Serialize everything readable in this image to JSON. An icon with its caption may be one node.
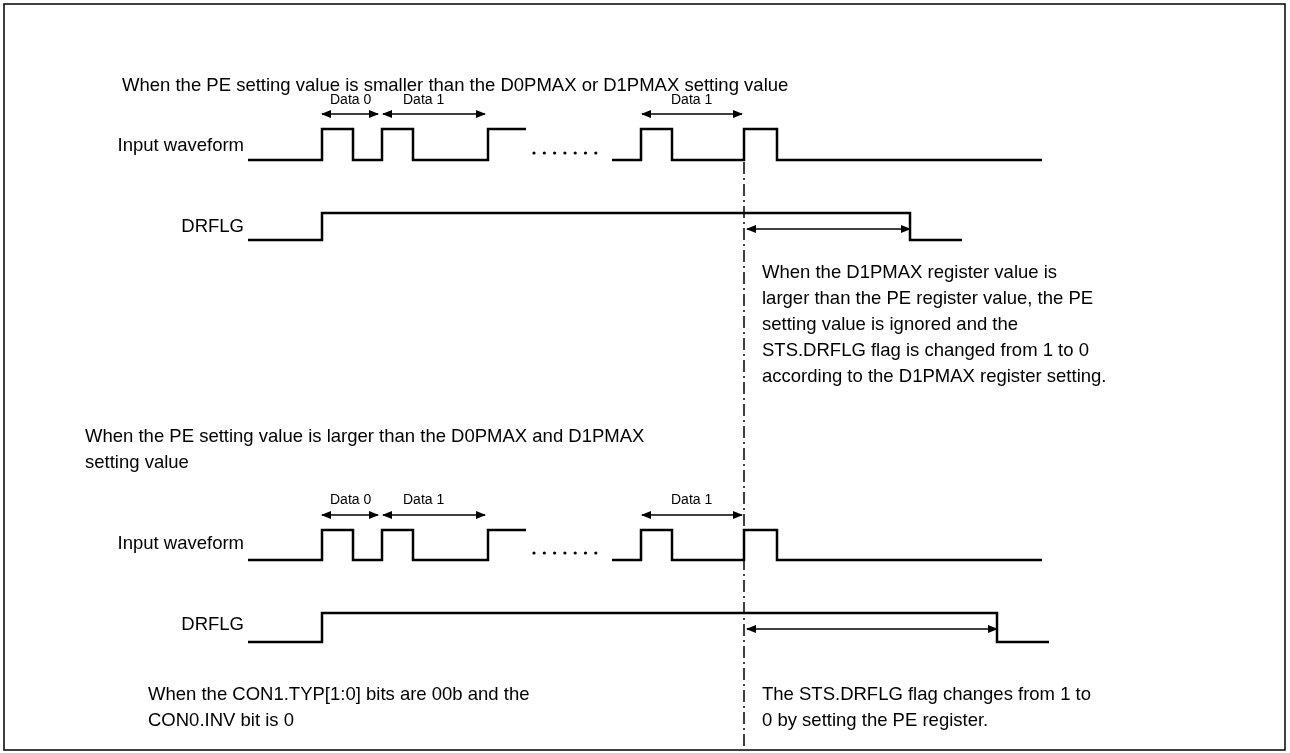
{
  "diagram": {
    "labels": [
      "When the PE setting value is smaller than the D0PMAX or D1PMAX setting value",
      "Data 0",
      "Data 1",
      "Data 1",
      "Input waveform",
      "DRFLG",
      "When the D1PMAX register value is larger than the PE register value, the PE setting value is ignored and the STS.DRFLG flag is changed from 1 to 0 according to the D1PMAX register setting.",
      "When the PE setting value is larger than the D0PMAX and D1PMAX setting value",
      "Data 0",
      "Data 1",
      "Data 1",
      "Input waveform",
      "DRFLG",
      "When the CON1.TYP[1:0] bits are 00b and the CON0.INV bit is 0",
      "The STS.DRFLG flag changes from 1 to 0 by setting the PE register."
    ]
  }
}
